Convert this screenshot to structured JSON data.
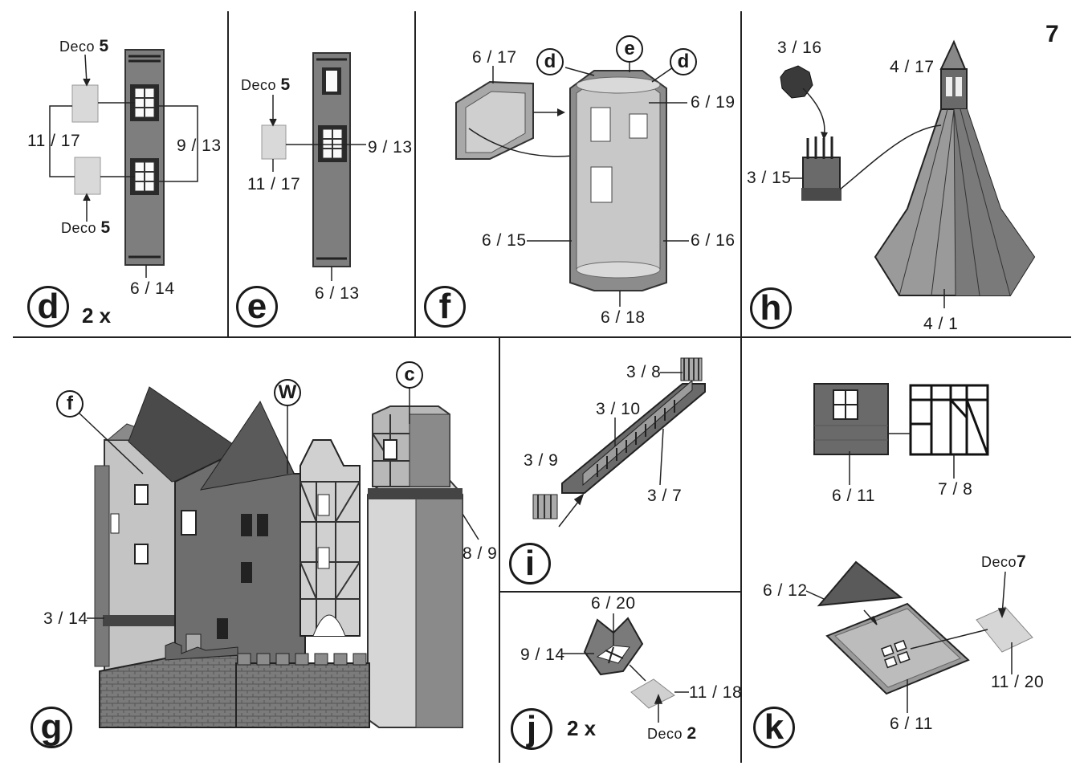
{
  "page_number": "7",
  "panels": {
    "d": {
      "step": "d",
      "multiplier": "2 x",
      "labels": {
        "deco_top_word": "Deco",
        "deco_top_num": "5",
        "deco_bottom_word": "Deco",
        "deco_bottom_num": "5",
        "part_11_17": "11 / 17",
        "part_9_13": "9 / 13",
        "part_6_14": "6 / 14"
      }
    },
    "e": {
      "step": "e",
      "labels": {
        "deco_word": "Deco",
        "deco_num": "5",
        "part_9_13": "9 / 13",
        "part_11_17": "11 / 17",
        "part_6_13": "6 / 13"
      }
    },
    "f": {
      "step": "f",
      "callouts": {
        "d_left": "d",
        "e": "e",
        "d_right": "d"
      },
      "labels": {
        "part_6_17": "6 / 17",
        "part_6_19": "6 / 19",
        "part_6_15": "6 / 15",
        "part_6_16": "6 / 16",
        "part_6_18": "6 / 18"
      }
    },
    "h": {
      "step": "h",
      "labels": {
        "part_3_16": "3 / 16",
        "part_4_17": "4 / 17",
        "part_3_15": "3 / 15",
        "part_4_1": "4 / 1"
      }
    },
    "g": {
      "step": "g",
      "callouts": {
        "f": "f",
        "w": "W",
        "c": "c"
      },
      "labels": {
        "part_3_14": "3 / 14",
        "part_8_9": "8 / 9"
      }
    },
    "i": {
      "step": "i",
      "labels": {
        "part_3_8": "3 / 8",
        "part_3_10": "3 / 10",
        "part_3_9": "3 / 9",
        "part_3_7": "3 / 7"
      }
    },
    "j": {
      "step": "j",
      "multiplier": "2 x",
      "labels": {
        "part_6_20": "6 / 20",
        "part_9_14": "9 / 14",
        "part_11_18": "11 / 18",
        "deco_word": "Deco",
        "deco_num": "2"
      }
    },
    "k": {
      "step": "k",
      "labels": {
        "part_6_11_top": "6 / 11",
        "part_7_8": "7 / 8",
        "part_6_12": "6 / 12",
        "deco_word": "Deco",
        "deco_num": "7",
        "part_11_20": "11 / 20",
        "part_6_11_bottom": "6 / 11"
      }
    }
  }
}
